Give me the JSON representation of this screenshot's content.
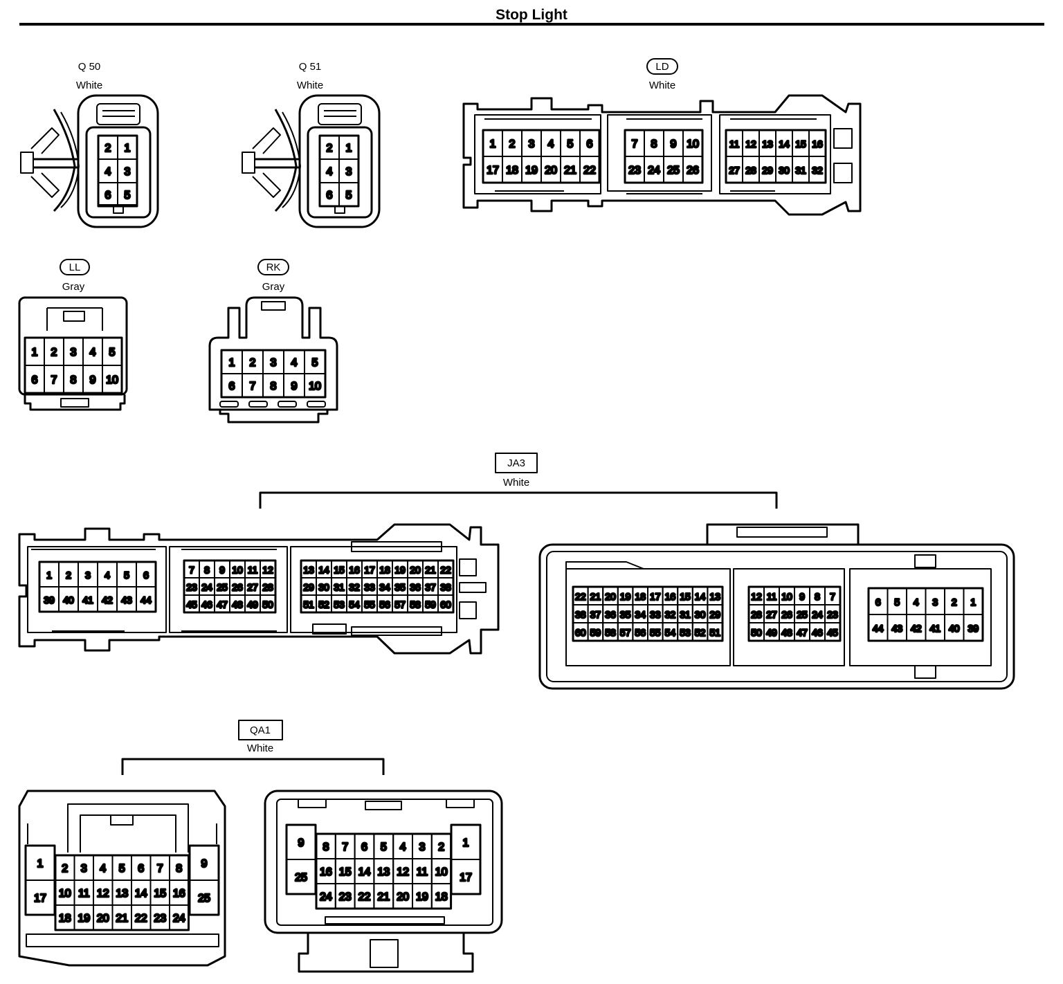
{
  "title": "Stop Light",
  "connectors": {
    "q50": {
      "code": "Q 50",
      "color": "White",
      "pins": [
        [
          "2",
          "1"
        ],
        [
          "4",
          "3"
        ],
        [
          "6",
          "5"
        ]
      ]
    },
    "q51": {
      "code": "Q 51",
      "color": "White",
      "pins": [
        [
          "2",
          "1"
        ],
        [
          "4",
          "3"
        ],
        [
          "6",
          "5"
        ]
      ]
    },
    "ld": {
      "code": "LD",
      "color": "White",
      "blocks": [
        [
          [
            "1",
            "2",
            "3",
            "4",
            "5",
            "6"
          ],
          [
            "17",
            "18",
            "19",
            "20",
            "21",
            "22"
          ]
        ],
        [
          [
            "7",
            "8",
            "9",
            "10"
          ],
          [
            "23",
            "24",
            "25",
            "26"
          ]
        ],
        [
          [
            "11",
            "12",
            "13",
            "14",
            "15",
            "16"
          ],
          [
            "27",
            "28",
            "29",
            "30",
            "31",
            "32"
          ]
        ]
      ]
    },
    "ll": {
      "code": "LL",
      "color": "Gray",
      "pins": [
        [
          "1",
          "2",
          "3",
          "4",
          "5"
        ],
        [
          "6",
          "7",
          "8",
          "9",
          "10"
        ]
      ]
    },
    "rk": {
      "code": "RK",
      "color": "Gray",
      "pins": [
        [
          "1",
          "2",
          "3",
          "4",
          "5"
        ],
        [
          "6",
          "7",
          "8",
          "9",
          "10"
        ]
      ]
    },
    "ja3": {
      "code": "JA3",
      "color": "White",
      "left": [
        [
          [
            "1",
            "2",
            "3",
            "4",
            "5",
            "6"
          ],
          [
            "39",
            "40",
            "41",
            "42",
            "43",
            "44"
          ]
        ],
        [
          [
            "7",
            "8",
            "9",
            "10",
            "11",
            "12"
          ],
          [
            "23",
            "24",
            "25",
            "26",
            "27",
            "28"
          ],
          [
            "45",
            "46",
            "47",
            "48",
            "49",
            "50"
          ]
        ],
        [
          [
            "13",
            "14",
            "15",
            "16",
            "17",
            "18",
            "19",
            "20",
            "21",
            "22"
          ],
          [
            "29",
            "30",
            "31",
            "32",
            "33",
            "34",
            "35",
            "36",
            "37",
            "38"
          ],
          [
            "51",
            "52",
            "53",
            "54",
            "55",
            "56",
            "57",
            "58",
            "59",
            "60"
          ]
        ]
      ],
      "right": [
        [
          [
            "22",
            "21",
            "20",
            "19",
            "18",
            "17",
            "16",
            "15",
            "14",
            "13"
          ],
          [
            "38",
            "37",
            "36",
            "35",
            "34",
            "33",
            "32",
            "31",
            "30",
            "29"
          ],
          [
            "60",
            "59",
            "58",
            "57",
            "56",
            "55",
            "54",
            "53",
            "52",
            "51"
          ]
        ],
        [
          [
            "12",
            "11",
            "10",
            "9",
            "8",
            "7"
          ],
          [
            "28",
            "27",
            "26",
            "25",
            "24",
            "23"
          ],
          [
            "50",
            "49",
            "48",
            "47",
            "46",
            "45"
          ]
        ],
        [
          [
            "6",
            "5",
            "4",
            "3",
            "2",
            "1"
          ],
          [
            "44",
            "43",
            "42",
            "41",
            "40",
            "39"
          ]
        ]
      ]
    },
    "qa1": {
      "code": "QA1",
      "color": "White",
      "left": {
        "side_left": [
          "1",
          "17"
        ],
        "grid": [
          [
            "2",
            "3",
            "4",
            "5",
            "6",
            "7",
            "8"
          ],
          [
            "10",
            "11",
            "12",
            "13",
            "14",
            "15",
            "16"
          ],
          [
            "18",
            "19",
            "20",
            "21",
            "22",
            "23",
            "24"
          ]
        ],
        "side_right": [
          "9",
          "25"
        ]
      },
      "right": {
        "side_left": [
          "9",
          "25"
        ],
        "grid": [
          [
            "8",
            "7",
            "6",
            "5",
            "4",
            "3",
            "2"
          ],
          [
            "16",
            "15",
            "14",
            "13",
            "12",
            "11",
            "10"
          ],
          [
            "24",
            "23",
            "22",
            "21",
            "20",
            "19",
            "18"
          ]
        ],
        "side_right": [
          "1",
          "17"
        ]
      }
    }
  }
}
